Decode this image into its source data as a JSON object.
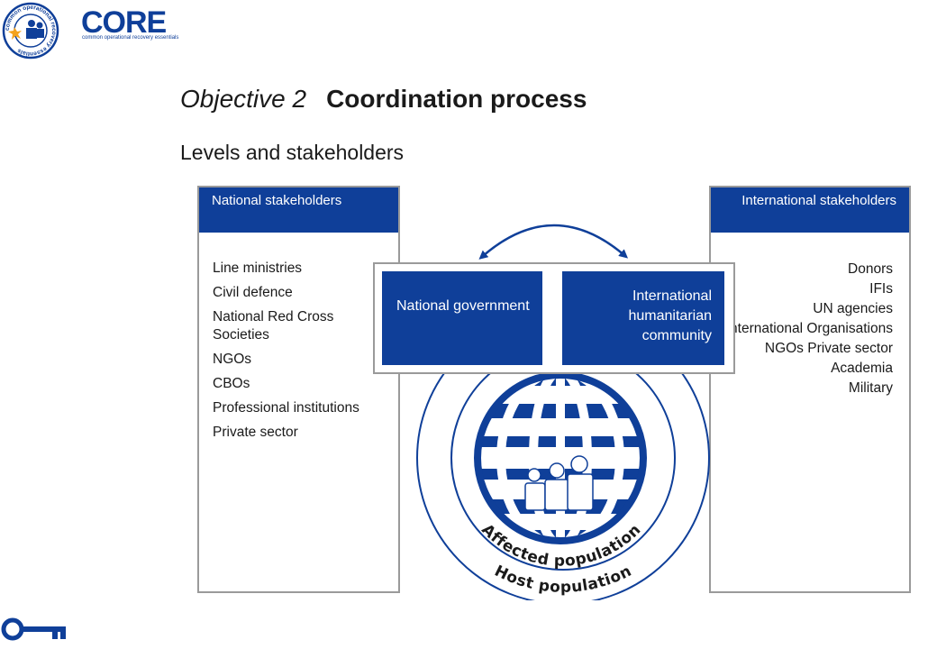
{
  "logo": {
    "seal_text": "common operational recovery essentials",
    "wordmark": "CORE",
    "tagline": "common operational recovery essentials"
  },
  "title": {
    "objective": "Objective 2",
    "topic": "Coordination process"
  },
  "subtitle": "Levels and stakeholders",
  "national_panel": {
    "heading": "National stakeholders",
    "items": [
      "Line ministries",
      "Civil defence",
      "National Red Cross Societies",
      "NGOs",
      "CBOs",
      "Professional institutions",
      "Private sector"
    ]
  },
  "international_panel": {
    "heading": "International stakeholders",
    "items": [
      "Donors",
      "IFIs",
      "UN agencies",
      "International Organisations",
      "NGOs Private sector",
      "Academia",
      "Military"
    ]
  },
  "center": {
    "national_government": "National government",
    "international_community": "International humanitarian community",
    "affected_population": "Affected population",
    "host_population": "Host population"
  },
  "colors": {
    "brand_blue": "#0f3f99",
    "border_grey": "#9a9a9a",
    "burst_orange": "#f4a21c"
  },
  "icons": {
    "logo_seal": "people-seal-icon",
    "globe": "globe-icon",
    "family": "family-icon",
    "arrow": "double-arrow-icon",
    "key": "key-icon"
  }
}
